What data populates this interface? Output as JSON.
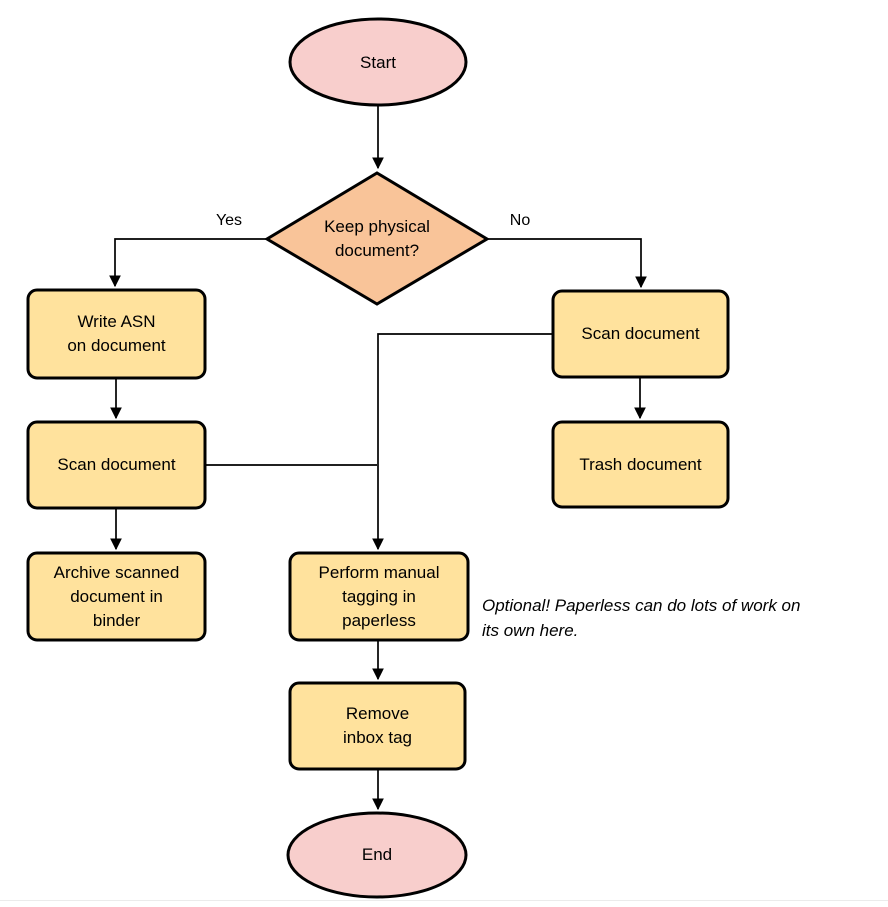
{
  "colors": {
    "background": "#ffffff",
    "terminal_fill": "#f8cecc",
    "decision_fill": "#f9c499",
    "process_fill": "#ffe29d",
    "stroke": "#000000"
  },
  "nodes": {
    "start": {
      "type": "terminal",
      "label": "Start"
    },
    "decision": {
      "type": "decision",
      "label": "Keep physical\ndocument?"
    },
    "write_asn": {
      "type": "process",
      "label": "Write ASN\non document"
    },
    "scan_left": {
      "type": "process",
      "label": "Scan document"
    },
    "archive": {
      "type": "process",
      "label": "Archive scanned\ndocument in\nbinder"
    },
    "scan_right": {
      "type": "process",
      "label": "Scan document"
    },
    "trash": {
      "type": "process",
      "label": "Trash document"
    },
    "perform_tagging": {
      "type": "process",
      "label": "Perform manual\ntagging in\npaperless"
    },
    "remove_inbox_tag": {
      "type": "process",
      "label": "Remove\ninbox tag"
    },
    "end": {
      "type": "terminal",
      "label": "End"
    }
  },
  "edge_labels": {
    "yes": "Yes",
    "no": "No"
  },
  "annotation": {
    "text": "Optional! Paperless can do lots of work on\nits own here."
  }
}
